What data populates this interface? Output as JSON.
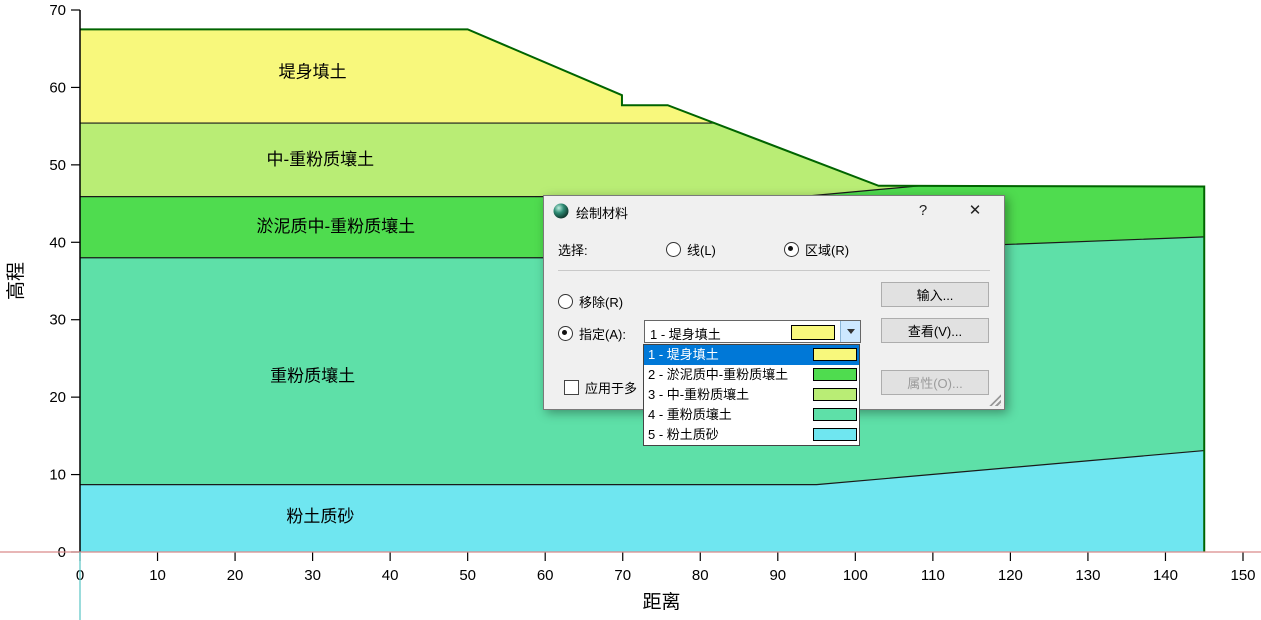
{
  "chart_data": {
    "type": "area",
    "title": "",
    "xlabel": "距离",
    "ylabel": "高程",
    "xlim": [
      0,
      150
    ],
    "ylim": [
      0,
      70
    ],
    "x_ticks": [
      0,
      10,
      20,
      30,
      40,
      50,
      60,
      70,
      80,
      90,
      100,
      110,
      120,
      130,
      140,
      150
    ],
    "y_ticks": [
      0,
      10,
      20,
      30,
      40,
      50,
      60,
      70
    ],
    "grid": false,
    "surface": [
      [
        0,
        67.5
      ],
      [
        50,
        67.5
      ],
      [
        69.9,
        59.0
      ],
      [
        69.9,
        57.7
      ],
      [
        75.8,
        57.7
      ],
      [
        103,
        47.3
      ],
      [
        145,
        47.2
      ]
    ],
    "layers": [
      {
        "name": "堤身填土",
        "color": "#F8F87C",
        "bottom": [
          [
            0,
            55.4
          ],
          [
            145,
            55.4
          ]
        ],
        "label": {
          "text": "堤身填土",
          "x": 30,
          "y": 61.3
        }
      },
      {
        "name": "中-重粉质壤土",
        "color": "#B9ED75",
        "bottom": [
          [
            0,
            45.9
          ],
          [
            93,
            45.9
          ],
          [
            110,
            47.45
          ],
          [
            145,
            47.45
          ]
        ],
        "label": {
          "text": "中-重粉质壤土",
          "x": 31,
          "y": 50.0
        }
      },
      {
        "name": "淤泥质中-重粉质壤土",
        "color": "#4FDC4F",
        "bottom": [
          [
            0,
            38.0
          ],
          [
            75,
            38.0
          ],
          [
            145,
            40.7
          ]
        ],
        "label": {
          "text": "淤泥质中-重粉质壤土",
          "x": 33,
          "y": 41.3
        }
      },
      {
        "name": "重粉质壤土",
        "color": "#5EE0A8",
        "bottom": [
          [
            0,
            8.7
          ],
          [
            95,
            8.7
          ],
          [
            145,
            13.1
          ]
        ],
        "label": {
          "text": "重粉质壤土",
          "x": 30,
          "y": 22.0
        }
      },
      {
        "name": "粉土质砂",
        "color": "#6FE6F0",
        "bottom": [
          [
            0,
            0
          ],
          [
            145,
            0
          ]
        ],
        "label": {
          "text": "粉土质砂",
          "x": 31,
          "y": 3.9
        }
      }
    ],
    "outline_color": "#006400",
    "boundary_color": "#1a1a1a",
    "axis_line_color": "#d98b8b",
    "origin_line_color": "#58c5c5"
  },
  "dialog": {
    "title": "绘制材料",
    "help": "?",
    "close": "✕",
    "select_label": "选择:",
    "line_option": "线(L)",
    "region_option": "区域(R)",
    "remove_option": "移除(R)",
    "assign_option": "指定(A):",
    "combo": {
      "value": "1 - 堤身填土",
      "color": "#F8F87C"
    },
    "buttons": {
      "input": "输入...",
      "view": "查看(V)...",
      "properties": "属性(O)..."
    },
    "apply_label": "应用于多"
  },
  "materials": {
    "highlight_color": "#0078d7",
    "items": [
      {
        "label": "1 - 堤身填土",
        "color": "#F8F87C",
        "selected": true
      },
      {
        "label": "2 - 淤泥质中-重粉质壤土",
        "color": "#4FDC4F",
        "selected": false
      },
      {
        "label": "3 - 中-重粉质壤土",
        "color": "#B9ED75",
        "selected": false
      },
      {
        "label": "4 - 重粉质壤土",
        "color": "#5EE0A8",
        "selected": false
      },
      {
        "label": "5 - 粉土质砂",
        "color": "#6FE6F0",
        "selected": false
      }
    ]
  }
}
